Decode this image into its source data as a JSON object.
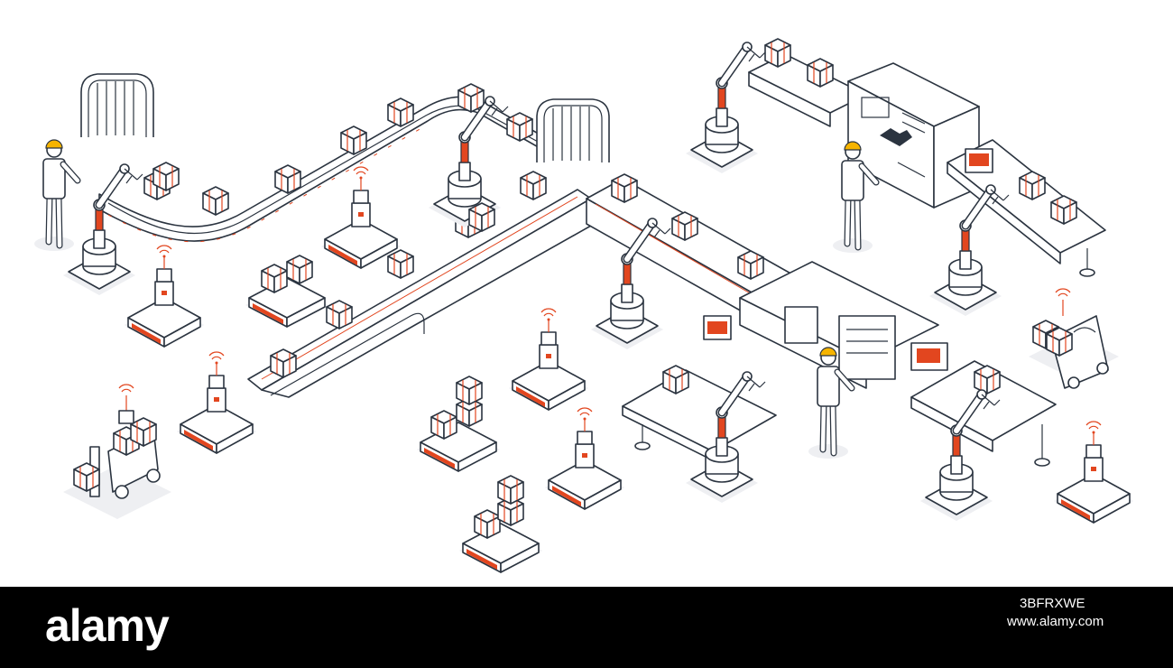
{
  "watermark": {
    "logo_text": "alamy",
    "image_id": "3BFRXWE",
    "url": "www.alamy.com"
  },
  "palette": {
    "line": "#2b3440",
    "accent": "#e2461f",
    "helmet": "#f6b400",
    "shadow": "#eeeff2",
    "footer": "#000000"
  }
}
